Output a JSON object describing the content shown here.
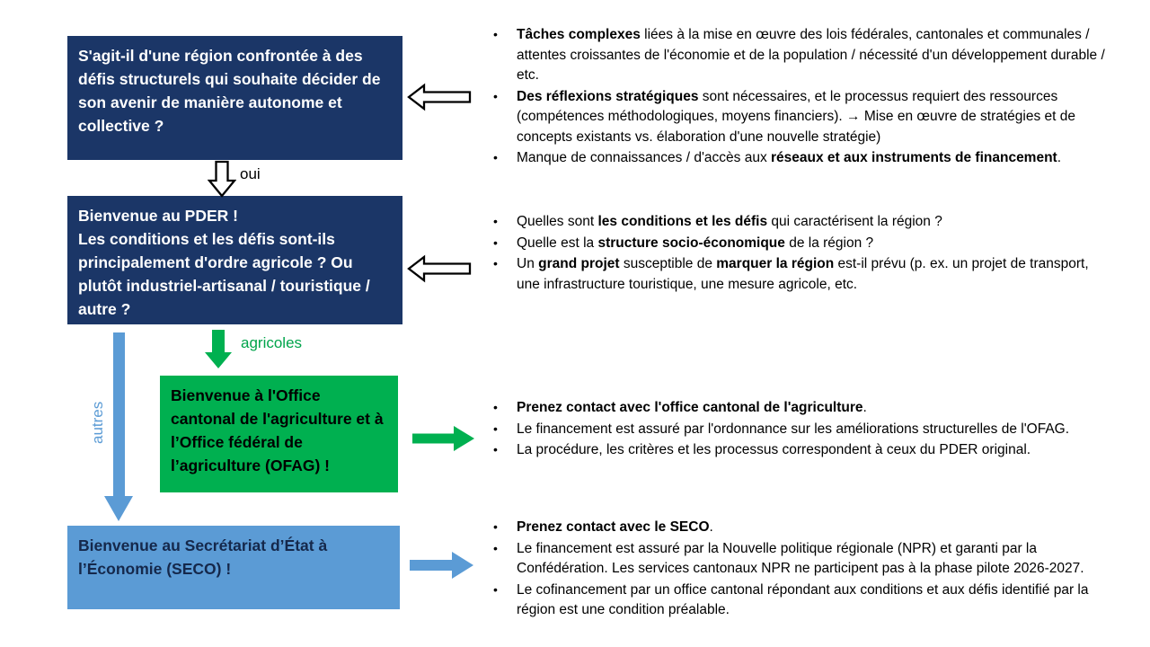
{
  "colors": {
    "navy_box": "#1B3667",
    "green_box": "#00B050",
    "light_blue_box": "#5B9BD5",
    "green_label": "#00A44B",
    "blue_label": "#5B9BD5",
    "outline_arrow_fill": "#FFFFFF",
    "outline_arrow_stroke": "#000000"
  },
  "flowchart": {
    "boxes": {
      "question": {
        "text": "S'agit-il d'une région confrontée à des défis structurels qui souhaite décider de son avenir de manière autonome et collective ?"
      },
      "pder": {
        "line1": "Bienvenue au PDER !",
        "line2": "Les conditions et les défis sont-ils principalement d'ordre agricole ? Ou plutôt industriel-artisanal / touristique / autre ?"
      },
      "ofag": {
        "text": "Bienvenue à l'Office cantonal de l'agriculture et à l’Office fédéral de l’agriculture (OFAG) !"
      },
      "seco": {
        "text": "Bienvenue au Secrétariat d’État à l’Économie (SECO) !"
      }
    },
    "labels": {
      "oui": "oui",
      "agricoles": "agricoles",
      "autres": "autres"
    },
    "arrows": {
      "left_outline_top": "left-pointing outline block arrow",
      "left_outline_mid": "left-pointing outline block arrow",
      "down_outline_oui": "down-pointing outline block arrow",
      "down_green_agricoles": "down-pointing solid green arrow",
      "down_blue_autres": "long down-pointing solid blue arrow",
      "right_green_ofag": "right-pointing solid green arrow",
      "right_blue_seco": "right-pointing solid blue arrow"
    }
  },
  "bullets": {
    "challenges": [
      {
        "segments": [
          {
            "text": "Tâches complexes",
            "bold": true
          },
          {
            "text": " liées à la mise en œuvre des lois fédérales, cantonales et communales / attentes croissantes de l'économie et de la population / nécessité d'un développement durable / etc.",
            "bold": false
          }
        ]
      },
      {
        "segments": [
          {
            "text": "Des réflexions stratégiques",
            "bold": true
          },
          {
            "text": " sont nécessaires, et le processus requiert des ressources (compétences méthodologiques, moyens financiers). → Mise en œuvre de stratégies et de concepts existants vs. élaboration d'une nouvelle stratégie)",
            "bold": false
          }
        ]
      },
      {
        "segments": [
          {
            "text": "Manque de connaissances / d'accès aux ",
            "bold": false
          },
          {
            "text": "réseaux et aux instruments de financement",
            "bold": true
          },
          {
            "text": ".",
            "bold": false
          }
        ]
      }
    ],
    "questions": [
      {
        "segments": [
          {
            "text": "Quelles sont ",
            "bold": false
          },
          {
            "text": "les conditions et les défis",
            "bold": true
          },
          {
            "text": " qui caractérisent la région ?",
            "bold": false
          }
        ]
      },
      {
        "segments": [
          {
            "text": "Quelle est la ",
            "bold": false
          },
          {
            "text": "structure socio-économique",
            "bold": true
          },
          {
            "text": " de la région ?",
            "bold": false
          }
        ]
      },
      {
        "segments": [
          {
            "text": "Un ",
            "bold": false
          },
          {
            "text": "grand projet",
            "bold": true
          },
          {
            "text": " susceptible de ",
            "bold": false
          },
          {
            "text": "marquer la région",
            "bold": true
          },
          {
            "text": " est-il prévu (p. ex. un projet de transport, une infrastructure touristique, une mesure agricole, etc.",
            "bold": false
          }
        ]
      }
    ],
    "ofag_steps": [
      {
        "segments": [
          {
            "text": "Prenez contact avec l'office cantonal de l'agriculture",
            "bold": true
          },
          {
            "text": ".",
            "bold": false
          }
        ]
      },
      {
        "segments": [
          {
            "text": "Le financement est assuré par l'ordonnance sur les améliorations structurelles de l'OFAG.",
            "bold": false
          }
        ]
      },
      {
        "segments": [
          {
            "text": "La procédure, les critères et les processus correspondent à ceux du PDER original.",
            "bold": false
          }
        ]
      }
    ],
    "seco_steps": [
      {
        "segments": [
          {
            "text": "Prenez contact avec le SECO",
            "bold": true
          },
          {
            "text": ".",
            "bold": false
          }
        ]
      },
      {
        "segments": [
          {
            "text": "Le financement est assuré par la Nouvelle politique régionale (NPR) et garanti par la Confédération. Les services cantonaux NPR ne participent pas à la phase pilote 2026-2027.",
            "bold": false
          }
        ]
      },
      {
        "segments": [
          {
            "text": "Le cofinancement par un office cantonal répondant aux conditions et aux défis identifié par la région est une condition préalable.",
            "bold": false
          }
        ]
      }
    ]
  }
}
